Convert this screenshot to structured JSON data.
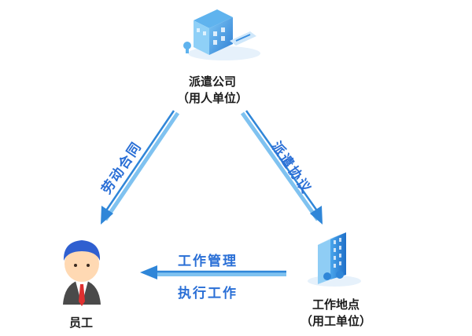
{
  "nodes": {
    "dispatch_company": {
      "line1": "派遣公司",
      "line2": "（用人单位）"
    },
    "employee": {
      "label": "员工"
    },
    "workplace": {
      "line1": "工作地点",
      "line2": "（用工单位）"
    }
  },
  "edges": {
    "labor_contract": "劳动合同",
    "dispatch_agreement": "派遣协议",
    "work_management": "工作管理",
    "execute_work": "执行工作"
  },
  "colors": {
    "arrow_blue": "#2f86d8",
    "arrow_light": "#7fc2f0",
    "label_blue": "#2a6fd6",
    "icon_blue": "#3a8fe0"
  }
}
